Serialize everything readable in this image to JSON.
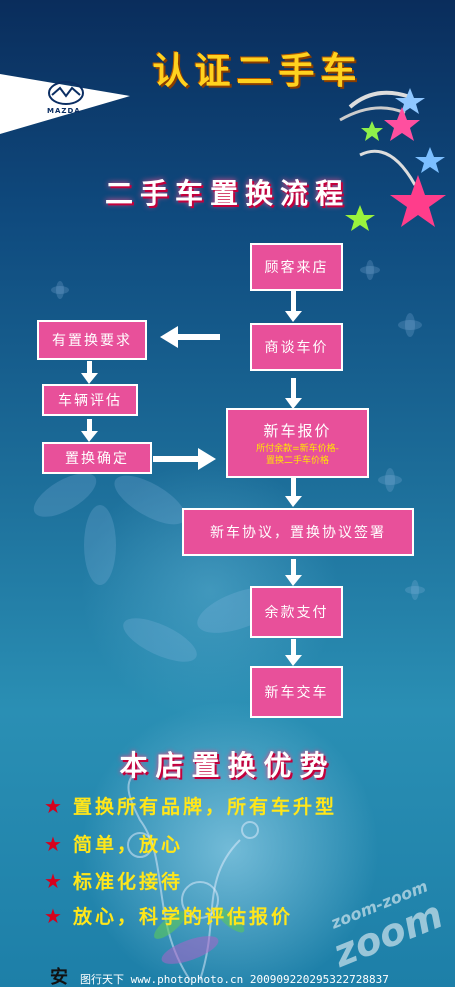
{
  "logo_text": "MAZDA",
  "title": "认证二手车",
  "subtitle": "二手车置换流程",
  "flow": {
    "customer_arrives": "顾客来店",
    "negotiate_price": "商谈车价",
    "trade_in_request": "有置换要求",
    "vehicle_appraisal": "车辆评估",
    "trade_in_confirm": "置换确定",
    "new_car_quote": "新车报价",
    "quote_note_1": "所付余款=新车价格-",
    "quote_note_2": "置换二手车价格",
    "agreement_signing": "新车协议，置换协议签署",
    "balance_payment": "余款支付",
    "car_delivery": "新车交车"
  },
  "advantages_title": "本店置换优势",
  "advantages": [
    "置换所有品牌，所有车升型",
    "简单，放心",
    "标准化接待",
    "放心，科学的评估报价"
  ],
  "slogan_small": "zoom-zoom",
  "slogan_large": "zoom",
  "footer_fragment": "安",
  "watermark": "图行天下 www.photophoto.cn 200909220295322728837"
}
